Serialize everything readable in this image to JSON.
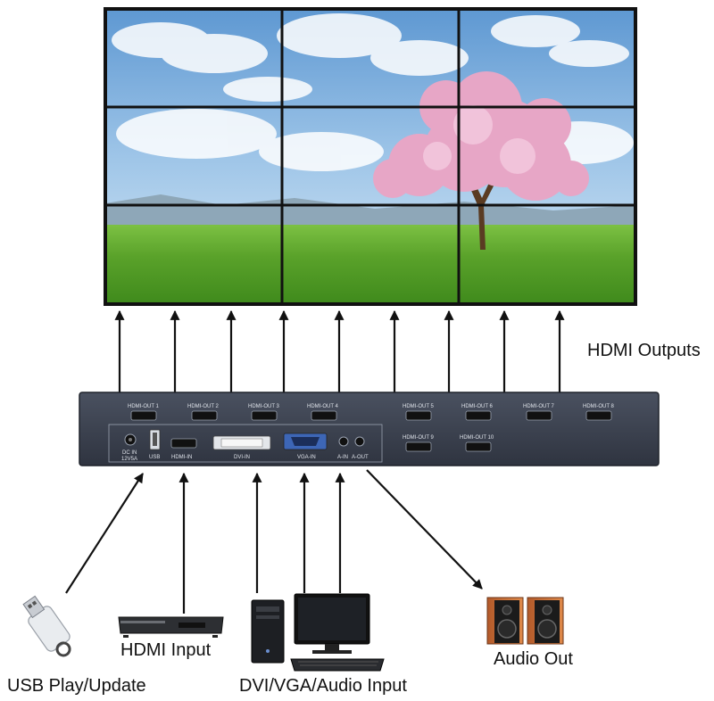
{
  "labels": {
    "hdmi_outputs": "HDMI Outputs",
    "hdmi_input": "HDMI Input",
    "audio_out": "Audio Out",
    "usb_play_update": "USB Play/Update",
    "dvi_vga_audio_input": "DVI/VGA/Audio Input"
  },
  "device": {
    "outputs": [
      "HDMI-OUT 1",
      "HDMI-OUT 2",
      "HDMI-OUT 3",
      "HDMI-OUT 4",
      "HDMI-OUT 5",
      "HDMI-OUT 6",
      "HDMI-OUT 7",
      "HDMI-OUT 8",
      "HDMI-OUT 9",
      "HDMI-OUT 10"
    ],
    "inputs": {
      "dc_in": "DC IN",
      "dc_volt": "12V5A",
      "usb": "USB",
      "hdmi_in": "HDMI-IN",
      "dvi_in": "DVI-IN",
      "vga_in": "VGA-IN",
      "a_in": "A-IN",
      "a_out": "A-OUT"
    }
  },
  "colors": {
    "device_body": "#3f4552",
    "bezel": "#111111",
    "grass": "#5aa22a",
    "sky": "#6fa6d8",
    "blossom": "#e7a6c6"
  }
}
